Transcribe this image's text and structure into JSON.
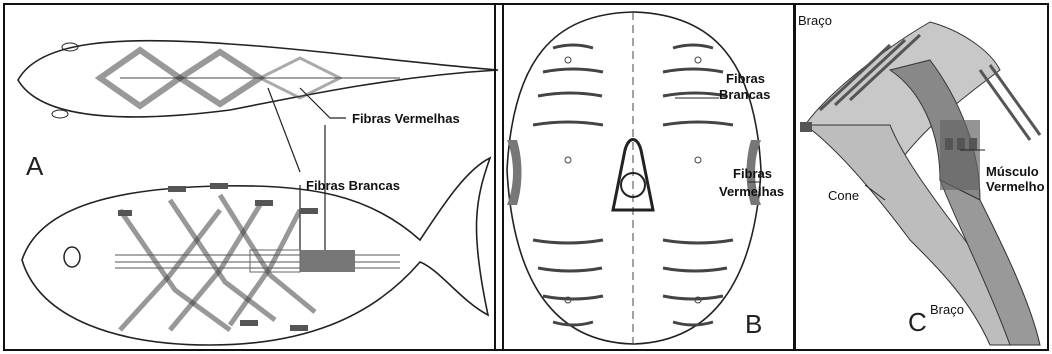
{
  "panels": {
    "a": {
      "letter": "A",
      "label_red": "Fibras Vermelhas",
      "label_white": "Fibras Brancas"
    },
    "b": {
      "letter": "B",
      "label_white_1": "Fibras",
      "label_white_2": "Brancas",
      "label_red_1": "Fibras",
      "label_red_2": "Vermelhas"
    },
    "c": {
      "letter": "C",
      "label_arm_top": "Braço",
      "label_cone": "Cone",
      "label_arm_bottom": "Braço",
      "label_muscle_1": "Músculo",
      "label_muscle_2": "Vermelho"
    }
  }
}
